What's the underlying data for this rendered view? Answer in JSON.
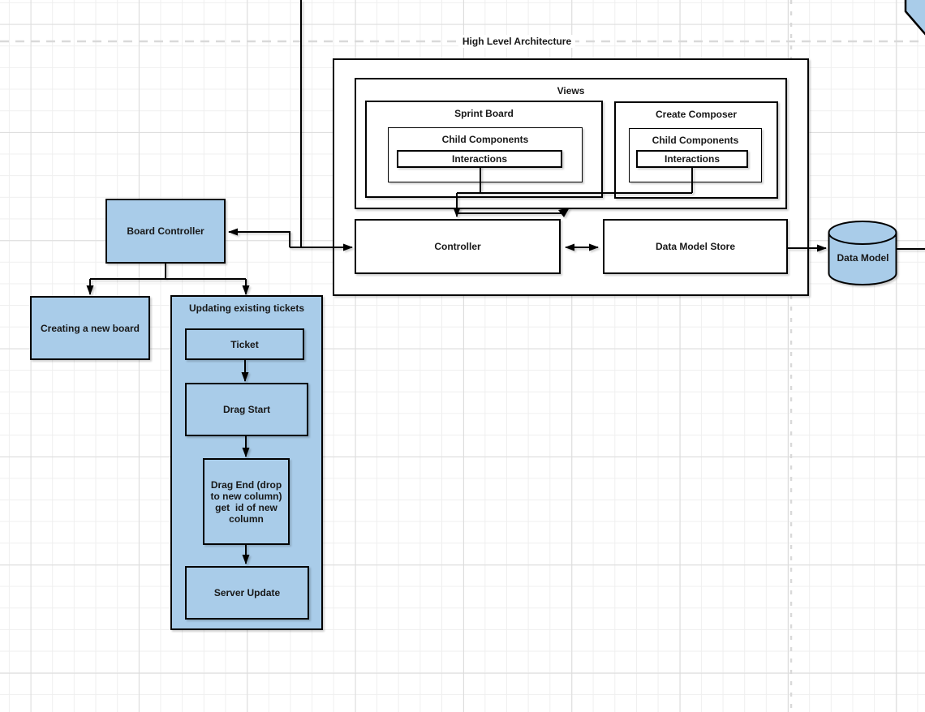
{
  "diagram_title": "High Level Architecture",
  "views": {
    "label": "Views",
    "sprint_board": {
      "label": "Sprint Board",
      "child_components_label": "Child Components",
      "interactions_label": "Interactions"
    },
    "create_composer": {
      "label": "Create Composer",
      "child_components_label": "Child Components",
      "interactions_label": "Interactions"
    }
  },
  "controller_label": "Controller",
  "data_model_store_label": "Data Model Store",
  "data_model_label": "Data Model",
  "board_controller_label": "Board Controller",
  "creating_board_label": "Creating a new board",
  "updating_tickets": {
    "label": "Updating existing tickets",
    "steps": {
      "ticket": "Ticket",
      "drag_start": "Drag Start",
      "drag_end": "Drag End (drop\nto new column)\nget  id of new\ncolumn",
      "server_update": "Server Update"
    }
  },
  "colors": {
    "node_fill": "#a9cce9",
    "shape_stroke": "#000000",
    "grid_minor": "#efefef",
    "grid_major": "#dcdcdc",
    "page_guide": "#d9d9d9"
  }
}
